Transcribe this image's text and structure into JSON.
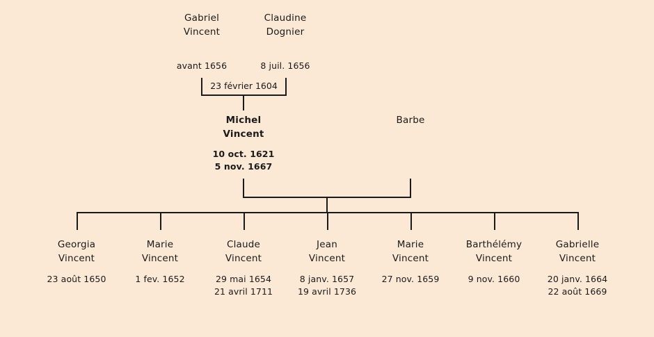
{
  "meta": {
    "background_color": "#fbe8d5",
    "ink_color": "#1a1a1a"
  },
  "grandparents": {
    "father": {
      "given": "Gabriel",
      "surname": "Vincent",
      "date": "avant 1656"
    },
    "mother": {
      "given": "Claudine",
      "surname": "Dognier",
      "date": "8 juil. 1656"
    },
    "marriage_date": "23 février 1604"
  },
  "parents": {
    "father": {
      "given": "Michel",
      "surname": "Vincent",
      "birth": "10 oct. 1621",
      "death": "5 nov. 1667"
    },
    "mother": {
      "given": "Barbe",
      "surname": "",
      "birth": "",
      "death": ""
    }
  },
  "children": [
    {
      "given": "Georgia",
      "surname": "Vincent",
      "birth": "23 août 1650",
      "death": ""
    },
    {
      "given": "Marie",
      "surname": "Vincent",
      "birth": "1 fev. 1652",
      "death": ""
    },
    {
      "given": "Claude",
      "surname": "Vincent",
      "birth": "29 mai 1654",
      "death": "21 avril 1711"
    },
    {
      "given": "Jean",
      "surname": "Vincent",
      "birth": "8 janv. 1657",
      "death": "19 avril 1736"
    },
    {
      "given": "Marie",
      "surname": "Vincent",
      "birth": "27 nov. 1659",
      "death": ""
    },
    {
      "given": "Barthélémy",
      "surname": "Vincent",
      "birth": "9 nov. 1660",
      "death": ""
    },
    {
      "given": "Gabrielle",
      "surname": "Vincent",
      "birth": "20 janv. 1664",
      "death": "22 août 1669"
    }
  ]
}
